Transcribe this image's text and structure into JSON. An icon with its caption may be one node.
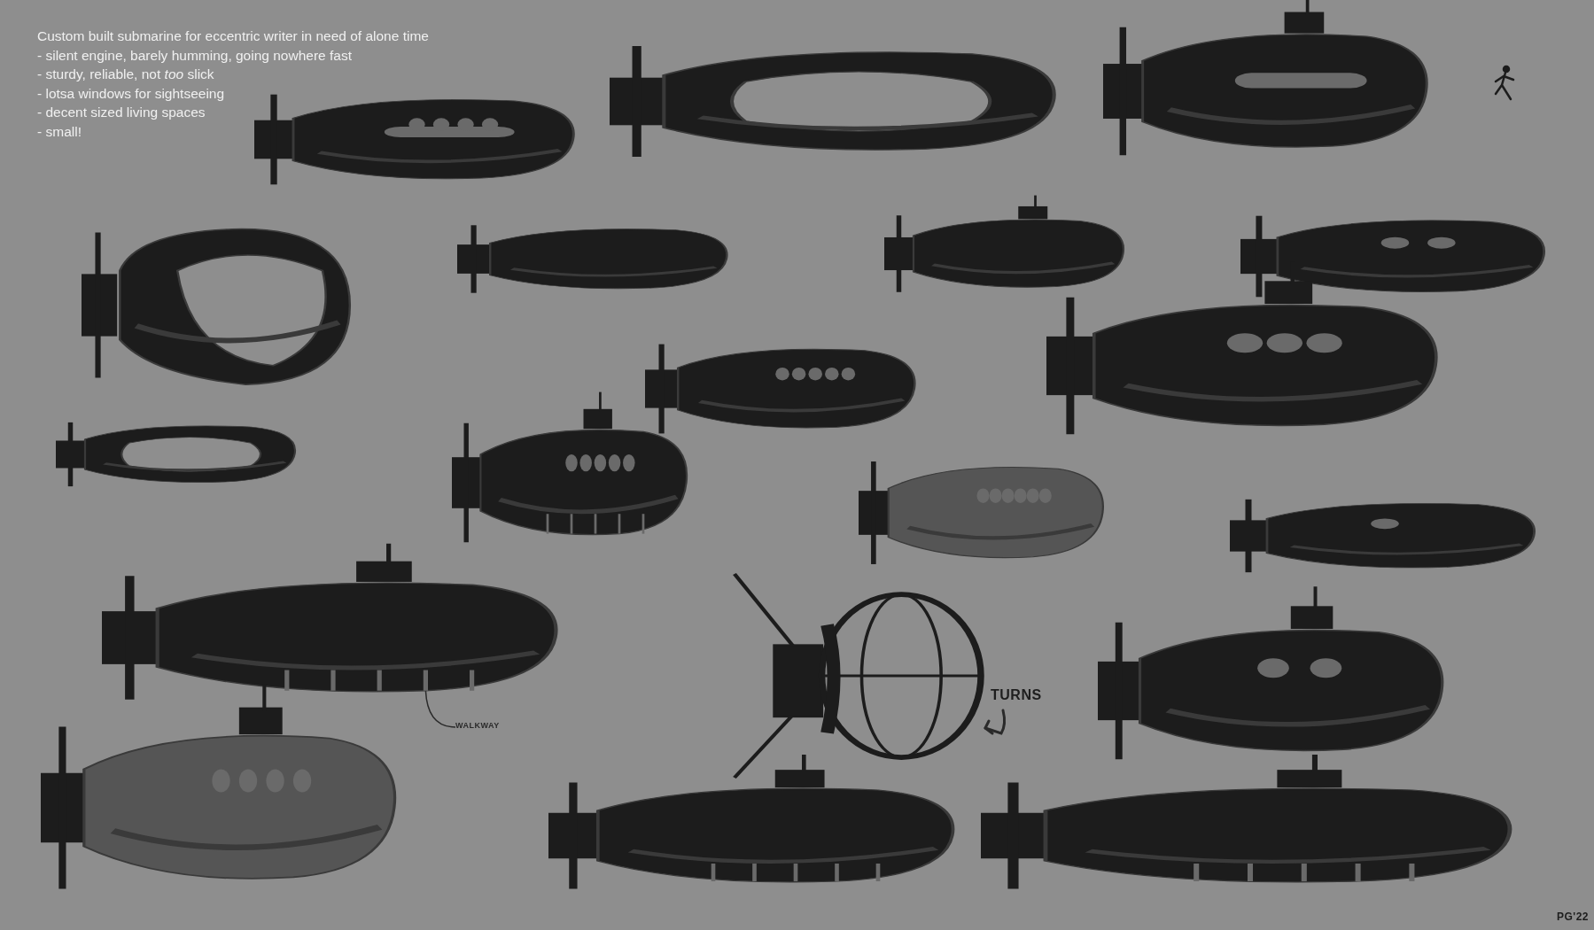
{
  "diagram": {
    "title": "Custom built submarine for eccentric writer in need of alone time",
    "nodes": [
      {
        "text": [
          "WALKWAY"
        ]
      },
      {
        "text": [],
        "shape": "picture"
      }
    ],
    "edges": [
      {
        "from": 0,
        "to": 1,
        "arrow": "none"
      }
    ],
    "labels": [
      "- silent engine, barely humming, going nowhere fast",
      "- sturdy, reliable, not *too* slick",
      "- lotsa windows for sightseeing",
      "- decent sized living spaces",
      "- small!",
      "TURNS",
      "PG'22"
    ]
  }
}
